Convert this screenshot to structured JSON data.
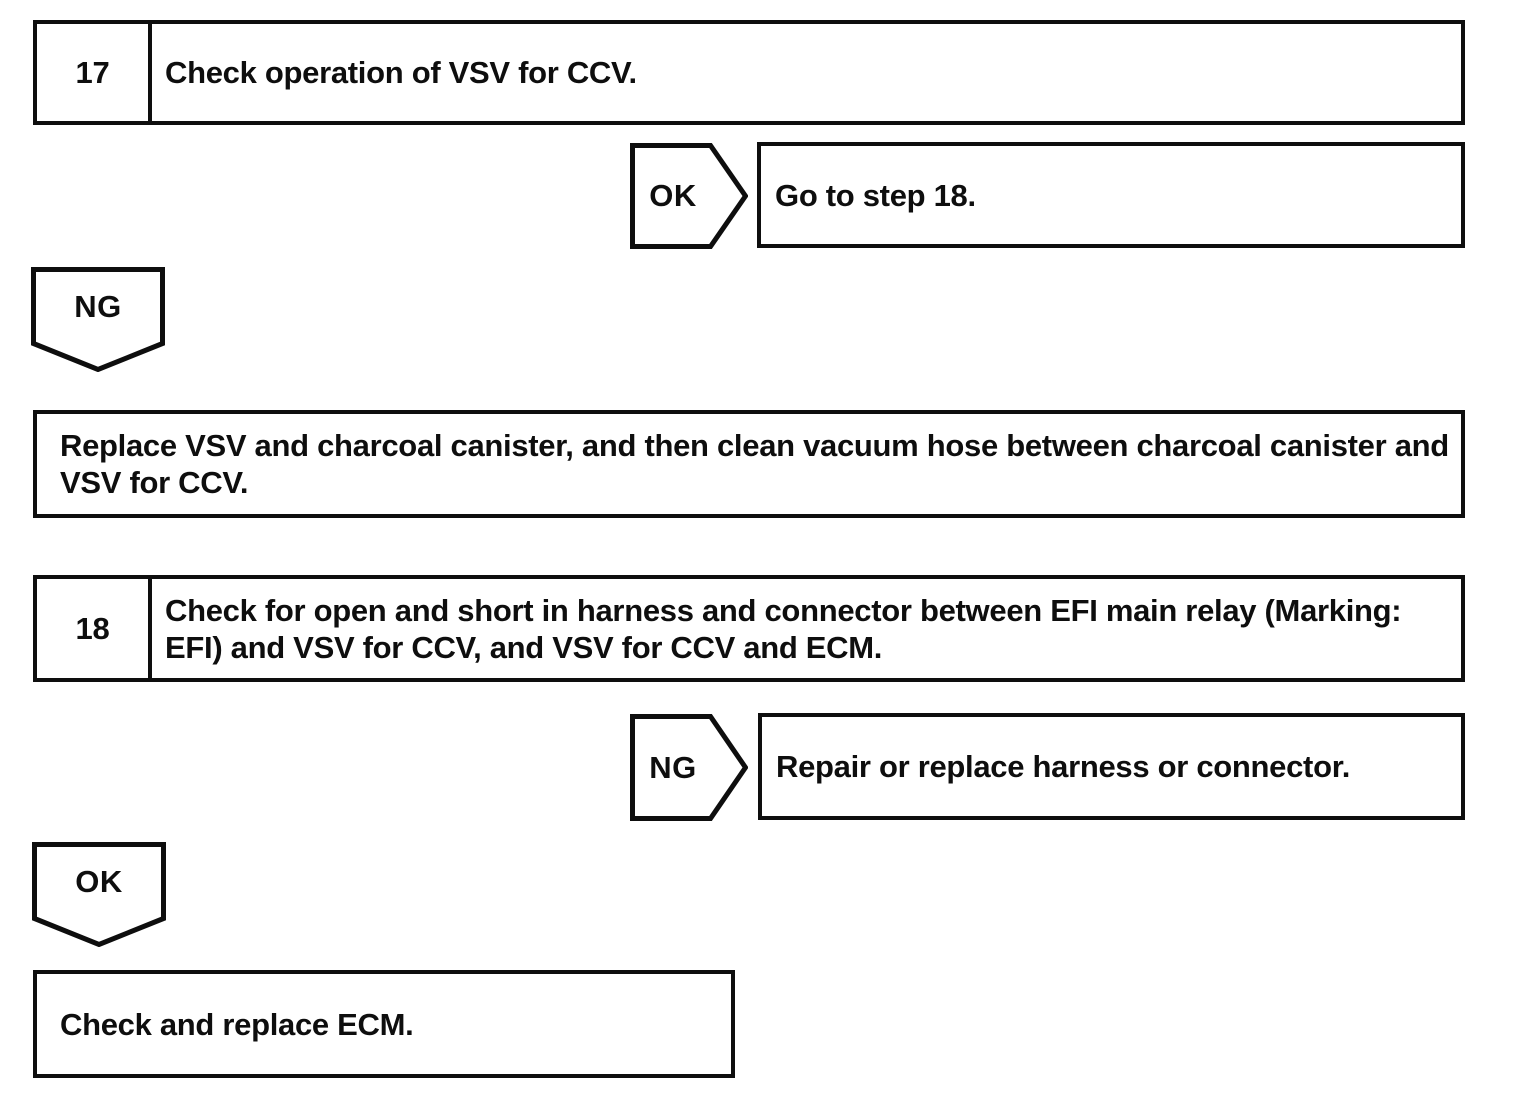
{
  "palette": {
    "ink": "#0e0e0e",
    "paper": "#ffffff"
  },
  "steps": [
    {
      "number": "17",
      "instruction": "Check operation of VSV for CCV."
    },
    {
      "number": "18",
      "instruction": "Check for open and short in harness and connector between EFI main relay (Marking: EFI) and VSV for CCV, and VSV for CCV and ECM."
    }
  ],
  "branches": [
    {
      "tag": "OK",
      "direction": "right",
      "result": "Go to step 18."
    },
    {
      "tag": "NG",
      "direction": "down",
      "result": "Replace VSV and charcoal canister, and then clean vacuum hose between charcoal canister and VSV for CCV."
    },
    {
      "tag": "NG",
      "direction": "right",
      "result": "Repair or replace harness or connector."
    },
    {
      "tag": "OK",
      "direction": "down",
      "result": "Check and replace ECM."
    }
  ]
}
